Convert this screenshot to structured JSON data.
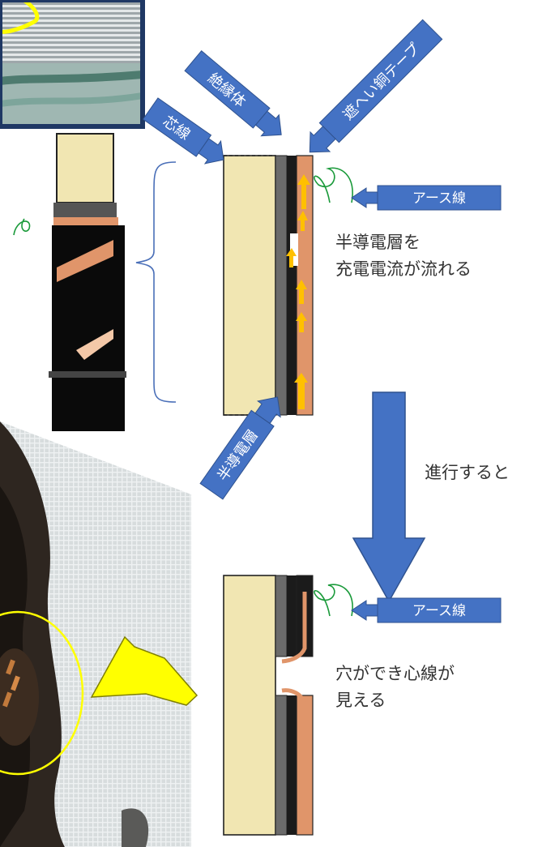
{
  "labels": {
    "core_wire": "芯線",
    "insulator": "絶縁体",
    "copper_tape": "遮へい銅テープ",
    "semiconductive_layer": "半導電層",
    "earth_wire_top": "アース線",
    "earth_wire_bottom": "アース線",
    "desc_top_line1": "半導電層を",
    "desc_top_line2": "充電電流が流れる",
    "progress": "進行すると",
    "desc_bottom_line1": "穴ができ心線が",
    "desc_bottom_line2": "見える"
  },
  "colors": {
    "label_blue": "#4472c4",
    "label_border": "#2f528f",
    "insulation_beige": "#f1e6b2",
    "copper": "#e0956a",
    "current_arrow": "#ffc000",
    "highlight_yellow": "#ffff00",
    "green_wire": "#1a9a3a"
  }
}
